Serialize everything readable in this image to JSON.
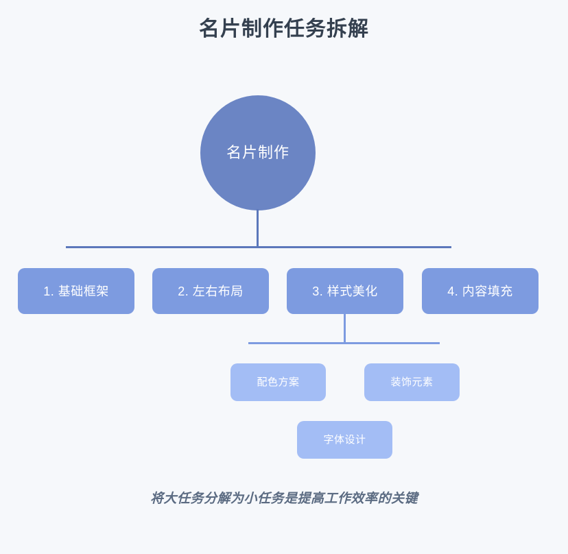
{
  "title": "名片制作任务拆解",
  "footer": "将大任务分解为小任务是提高工作效率的关键",
  "colors": {
    "background": "#f6f8fb",
    "title_text": "#34404f",
    "root_node": "#6b85c4",
    "level1_node": "#7d9be0",
    "level2_node": "#a3bdf5",
    "connector_primary": "#5c78bb",
    "connector_secondary": "#7d9be0",
    "node_text": "#ffffff",
    "footer_text": "#5b6b82"
  },
  "chart_data": {
    "type": "tree-diagram",
    "title": "名片制作任务拆解",
    "root": {
      "label": "名片制作",
      "shape": "circle"
    },
    "levels": [
      {
        "level": 1,
        "nodes": [
          {
            "label": "1. 基础框架"
          },
          {
            "label": "2. 左右布局"
          },
          {
            "label": "3. 样式美化"
          },
          {
            "label": "4. 内容填充"
          }
        ]
      },
      {
        "level": 2,
        "parent": "3. 样式美化",
        "nodes": [
          {
            "label": "配色方案"
          },
          {
            "label": "装饰元素"
          },
          {
            "label": "字体设计"
          }
        ]
      }
    ]
  },
  "root": {
    "label": "名片制作"
  },
  "level1": {
    "nodes": [
      {
        "label": "1. 基础框架"
      },
      {
        "label": "2. 左右布局"
      },
      {
        "label": "3. 样式美化"
      },
      {
        "label": "4. 内容填充"
      }
    ]
  },
  "level2": {
    "nodes": [
      {
        "label": "配色方案"
      },
      {
        "label": "装饰元素"
      },
      {
        "label": "字体设计"
      }
    ]
  }
}
